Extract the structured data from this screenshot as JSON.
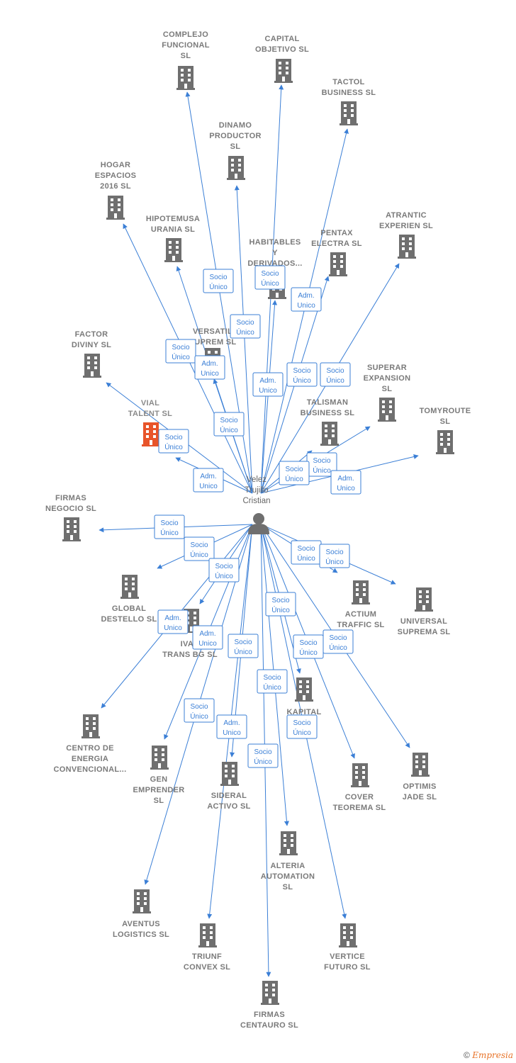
{
  "center": {
    "name_lines": [
      "Velez",
      "Trujillo",
      "Cristian"
    ],
    "icon": "person-icon"
  },
  "colors": {
    "edge": "#3b7fd6",
    "building": "#6f6f6f",
    "building_highlight": "#e8542a"
  },
  "companies": [
    {
      "id": "complejo-funcional",
      "lines": [
        "COMPLEJO",
        "FUNCIONAL",
        "SL"
      ],
      "relation": "Socio Único"
    },
    {
      "id": "capital-objetivo",
      "lines": [
        "CAPITAL",
        "OBJETIVO  SL"
      ],
      "relation": "Adm. Unico"
    },
    {
      "id": "tactol-business",
      "lines": [
        "TACTOL",
        "BUSINESS  SL"
      ],
      "relation": "Socio Único"
    },
    {
      "id": "dinamo-productor",
      "lines": [
        "DINAMO",
        "PRODUCTOR",
        "SL"
      ],
      "relation": "Socio Único"
    },
    {
      "id": "hogar-espacios",
      "lines": [
        "HOGAR",
        "ESPACIOS",
        "2016  SL"
      ],
      "relation": "Socio Único"
    },
    {
      "id": "hipotemusa-urania",
      "lines": [
        "HIPOTEMUSA",
        "URANIA SL"
      ],
      "relation": "Socio Único"
    },
    {
      "id": "habitables-derivados",
      "lines": [
        "HABITABLES",
        "Y",
        "DERIVADOS..."
      ],
      "relation": "Socio Único"
    },
    {
      "id": "pentax-electra",
      "lines": [
        "PENTAX",
        "ELECTRA  SL"
      ],
      "relation": "Adm. Unico"
    },
    {
      "id": "atrantic-experien",
      "lines": [
        "ATRANTIC",
        "EXPERIEN  SL"
      ],
      "relation": "Socio Único"
    },
    {
      "id": "factor-diviny",
      "lines": [
        "FACTOR",
        "DIVINY  SL"
      ],
      "relation": "Socio Único"
    },
    {
      "id": "versatil-suprem",
      "lines": [
        "VERSATIL",
        "SUPREM  SL"
      ],
      "relation": "Adm. Unico"
    },
    {
      "id": "vial-talent",
      "lines": [
        "VIAL",
        "TALENT  SL"
      ],
      "relation": "Adm. Unico",
      "highlight": true
    },
    {
      "id": "superar-expansion",
      "lines": [
        "SUPERAR",
        "EXPANSION",
        "SL"
      ],
      "relation": "Socio Único"
    },
    {
      "id": "talisman-business",
      "lines": [
        "TALISMAN",
        "BUSINESS  SL"
      ],
      "relation": "Socio Único"
    },
    {
      "id": "tomyroute",
      "lines": [
        "TOMYROUTE",
        "SL"
      ],
      "relation": "Adm. Unico"
    },
    {
      "id": "firmas-negocio",
      "lines": [
        "FIRMAS",
        "NEGOCIO  SL"
      ],
      "relation": "Socio Único"
    },
    {
      "id": "global-destello",
      "lines": [
        "GLOBAL",
        "DESTELLO  SL"
      ],
      "relation": "Socio Único"
    },
    {
      "id": "ivan-trans-bg",
      "lines": [
        "IVAN",
        "TRANS BG  SL"
      ],
      "relation": "Socio Único"
    },
    {
      "id": "actium-traffic",
      "lines": [
        "ACTIUM",
        "TRAFFIC  SL"
      ],
      "relation": "Socio Único"
    },
    {
      "id": "universal-suprema",
      "lines": [
        "UNIVERSAL",
        "SUPREMA  SL"
      ],
      "relation": "Socio Único"
    },
    {
      "id": "centro-energia",
      "lines": [
        "CENTRO DE",
        "ENERGIA",
        "CONVENCIONAL..."
      ],
      "relation": "Adm. Unico"
    },
    {
      "id": "kapital-pbi",
      "lines": [
        "KAPITAL",
        "PBI  SL"
      ],
      "relation": "Socio Único"
    },
    {
      "id": "gen-emprender",
      "lines": [
        "GEN",
        "EMPRENDER",
        "SL"
      ],
      "relation": "Adm. Unico"
    },
    {
      "id": "sideral-activo",
      "lines": [
        "SIDERAL",
        "ACTIVO  SL"
      ],
      "relation": "Socio Único"
    },
    {
      "id": "cover-teorema",
      "lines": [
        "COVER",
        "TEOREMA  SL"
      ],
      "relation": "Socio Único"
    },
    {
      "id": "optimis-jade",
      "lines": [
        "OPTIMIS",
        "JADE  SL"
      ],
      "relation": "Socio Único"
    },
    {
      "id": "alteria-automation",
      "lines": [
        "ALTERIA",
        "AUTOMATION",
        "SL"
      ],
      "relation": "Socio Único"
    },
    {
      "id": "aventus-logistics",
      "lines": [
        "AVENTUS",
        "LOGISTICS  SL"
      ],
      "relation": "Socio Único"
    },
    {
      "id": "triunf-convex",
      "lines": [
        "TRIUNF",
        "CONVEX  SL"
      ],
      "relation": "Adm. Unico"
    },
    {
      "id": "vertice-futuro",
      "lines": [
        "VERTICE",
        "FUTURO  SL"
      ],
      "relation": "Socio Único"
    },
    {
      "id": "firmas-centauro",
      "lines": [
        "FIRMAS",
        "CENTAURO  SL"
      ],
      "relation": "Socio Único"
    }
  ],
  "footer": {
    "copyright": "©",
    "brand": "Empresia"
  }
}
